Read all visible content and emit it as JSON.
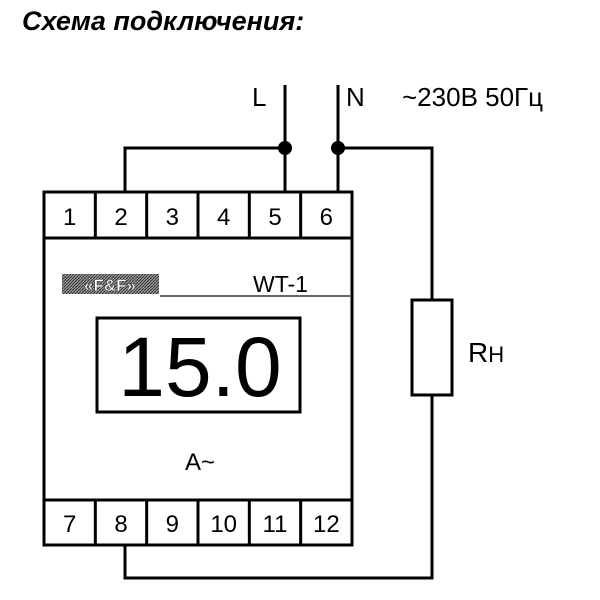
{
  "title": "Схема подключения:",
  "supply": {
    "line": "L",
    "neutral": "N",
    "voltage": "~230В 50Гц"
  },
  "device": {
    "brand_logo": "«F&F»",
    "model": "WT-1",
    "display_value": "15.0",
    "unit": "A~",
    "top_terminals": [
      "1",
      "2",
      "3",
      "4",
      "5",
      "6"
    ],
    "bottom_terminals": [
      "7",
      "8",
      "9",
      "10",
      "11",
      "12"
    ]
  },
  "load": {
    "label": "R",
    "label_sub": "Н"
  }
}
